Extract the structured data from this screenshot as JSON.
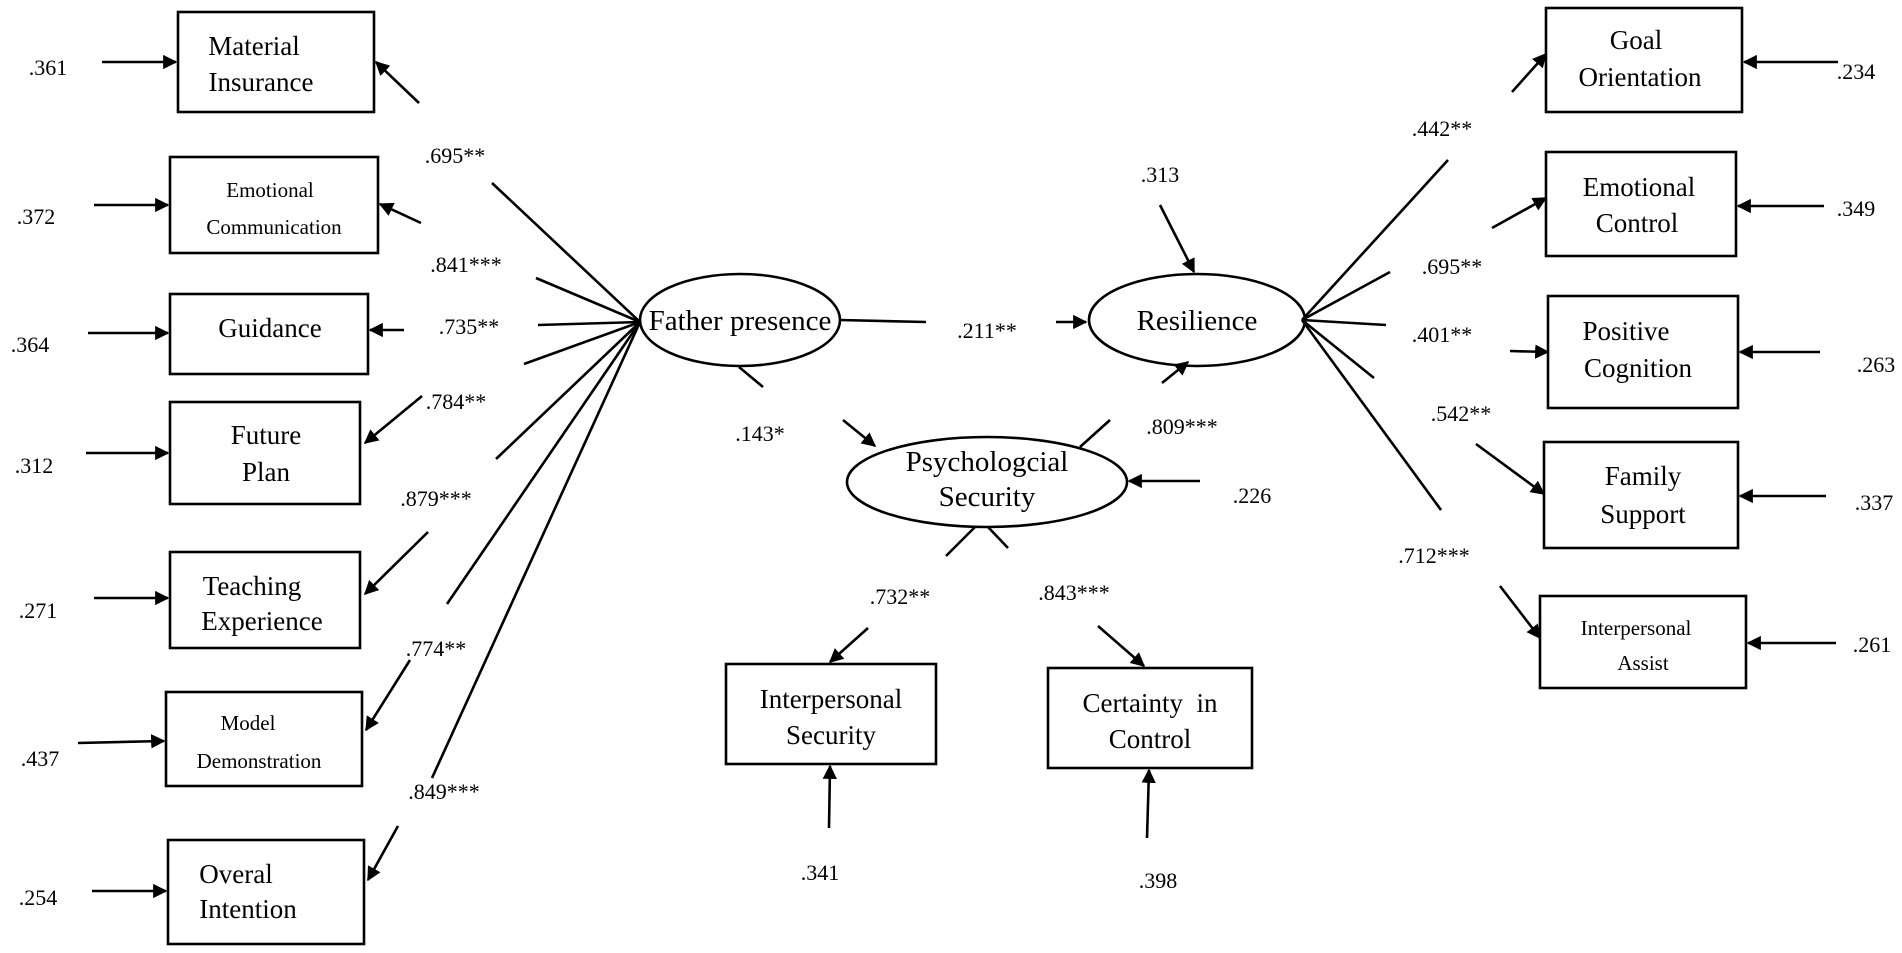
{
  "latent": {
    "father_presence": "Father presence",
    "resilience": "Resilience",
    "psych_security_l1": "Psychologcial",
    "psych_security_l2": "Security"
  },
  "father_indicators": [
    {
      "l1": "Material",
      "l2": "Insurance",
      "error": ".361",
      "loading": ".695**",
      "size": "big"
    },
    {
      "l1": "Emotional",
      "l2": "Communication",
      "error": ".372",
      "loading": ".841***",
      "size": "small"
    },
    {
      "l1": "Guidance",
      "l2": "",
      "error": ".364",
      "loading": ".735**",
      "size": "big"
    },
    {
      "l1": "Future",
      "l2": "Plan",
      "error": ".312",
      "loading": ".784**",
      "size": "big"
    },
    {
      "l1": "Teaching",
      "l2": "Experience",
      "error": ".271",
      "loading": ".879***",
      "size": "big"
    },
    {
      "l1": "Model",
      "l2": "Demonstration",
      "error": ".437",
      "loading": ".774**",
      "size": "small"
    },
    {
      "l1": "Overal",
      "l2": "Intention",
      "error": ".254",
      "loading": ".849***",
      "size": "big"
    }
  ],
  "resilience_indicators": [
    {
      "l1": "Goal",
      "l2": "Orientation",
      "error": ".234",
      "loading": ".442**",
      "size": "big"
    },
    {
      "l1": "Emotional",
      "l2": "Control",
      "error": ".349",
      "loading": ".695**",
      "size": "big"
    },
    {
      "l1": "Positive",
      "l2": "Cognition",
      "error": ".263",
      "loading": ".401**",
      "size": "big"
    },
    {
      "l1": "Family",
      "l2": "Support",
      "error": ".337",
      "loading": ".542**",
      "size": "big"
    },
    {
      "l1": "Interpersonal",
      "l2": "Assist",
      "error": ".261",
      "loading": ".712***",
      "size": "small"
    }
  ],
  "security_indicators": [
    {
      "l1": "Interpersonal",
      "l2": "Security",
      "error": ".341",
      "loading": ".732**"
    },
    {
      "l1": "Certainty  in",
      "l2": "Control",
      "error": ".398",
      "loading": ".843***"
    }
  ],
  "paths": {
    "father_to_resilience": ".211**",
    "father_to_security": ".143*",
    "security_to_resilience": ".809***",
    "resilience_disturbance": ".313",
    "security_disturbance": ".226"
  }
}
